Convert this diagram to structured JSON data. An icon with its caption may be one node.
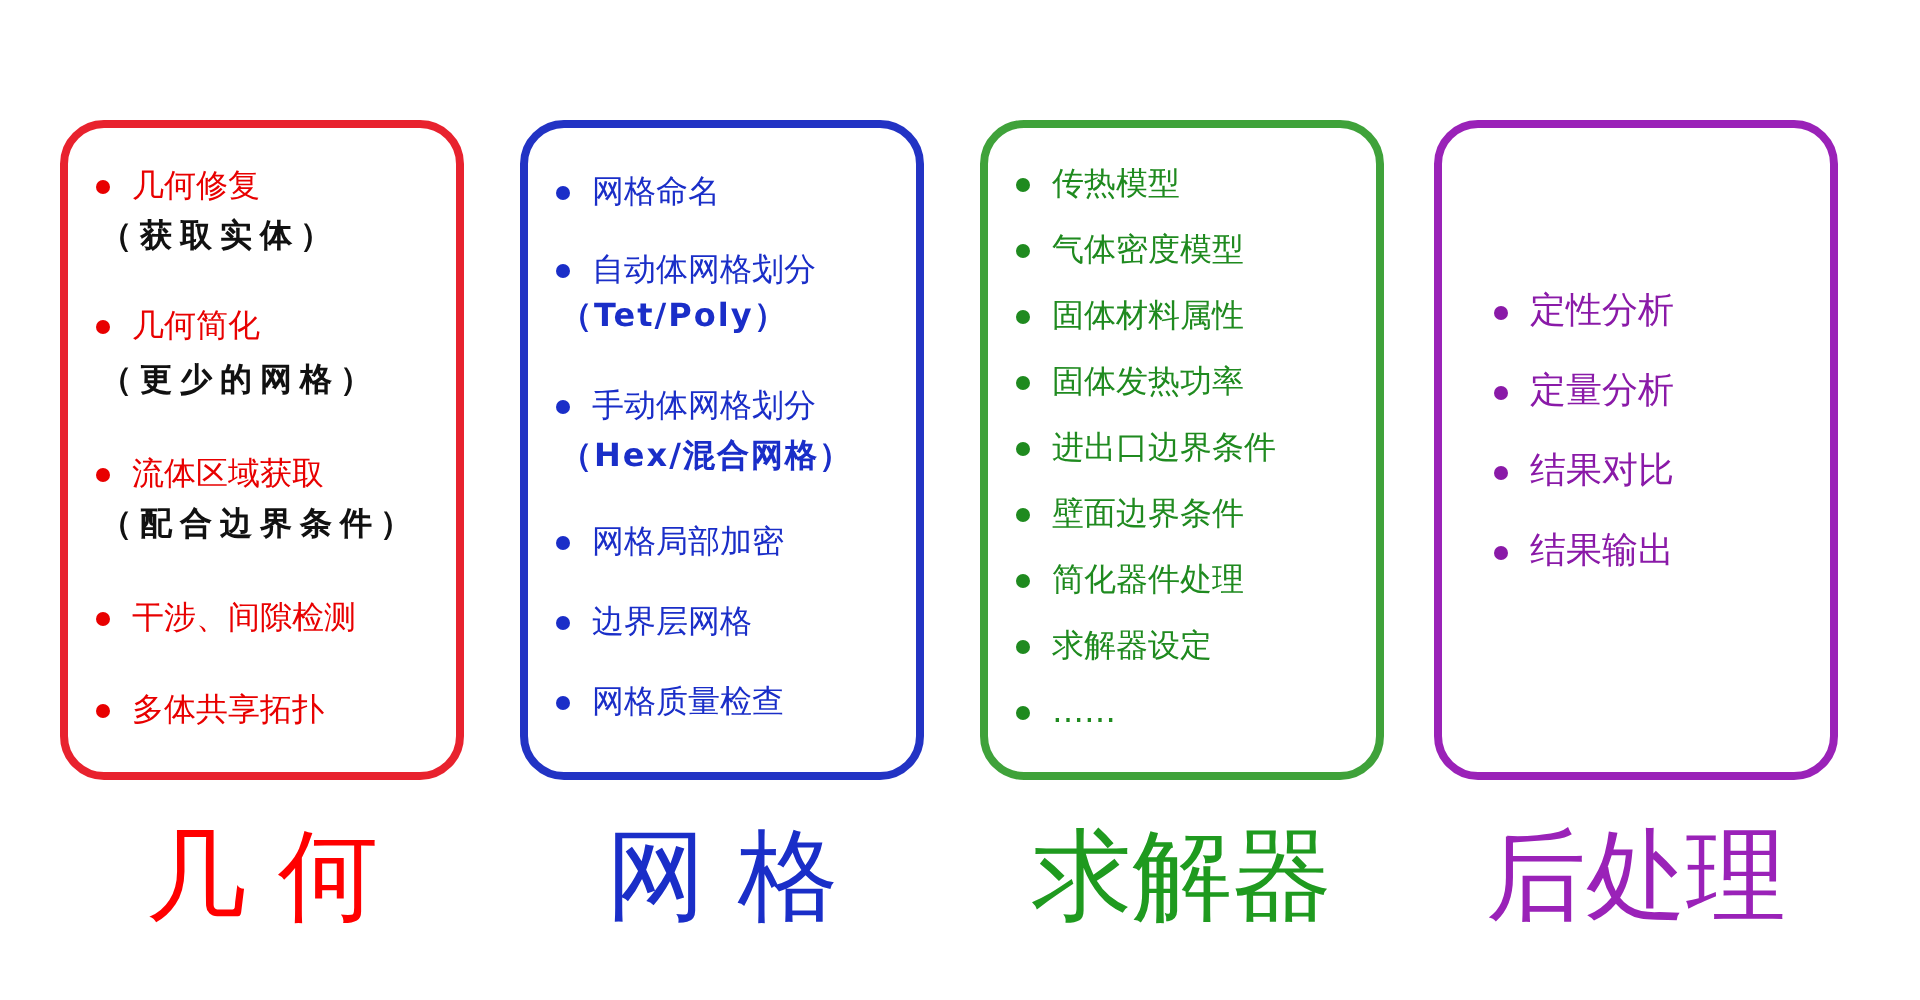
{
  "diagram": {
    "nodes": [
      {
        "text": [
          "几何修复",
          "（获取实体）",
          "几何简化",
          "（更少的网格）",
          "流体区域获取",
          "（配合边界条件）",
          "干涉、间隙检测",
          "多体共享拓扑",
          "几 何"
        ]
      },
      {
        "text": [
          "网格命名",
          "自动体网格划分",
          "（Tet/Poly）",
          "手动体网格划分",
          "（Hex/混合网格）",
          "网格局部加密",
          "边界层网格",
          "网格质量检查",
          "网 格"
        ]
      },
      {
        "text": [
          "传热模型",
          "气体密度模型",
          "固体材料属性",
          "固体发热功率",
          "进出口边界条件",
          "壁面边界条件",
          "简化器件处理",
          "求解器设定",
          "……",
          "求解器"
        ]
      },
      {
        "text": [
          "定性分析",
          "定量分析",
          "结果对比",
          "结果输出",
          "后处理"
        ]
      }
    ]
  }
}
